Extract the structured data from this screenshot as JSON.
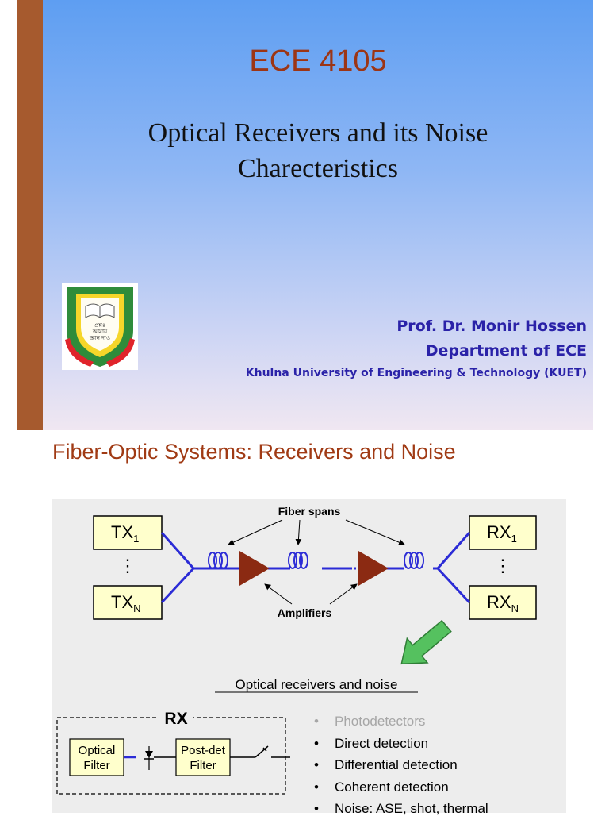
{
  "slide1": {
    "course": "ECE 4105",
    "title_line1": "Optical Receivers and its Noise",
    "title_line2": "Charecteristics",
    "logo": {
      "text_line1": "প্রশ্নঃ",
      "text_line2": "আমায়",
      "text_line3": "জ্ঞান দাও",
      "colors": {
        "shield_outer": "#2f8c3a",
        "shield_inner": "#f6d62a",
        "book": "#ffffff",
        "ribbon": "#e0242b"
      }
    },
    "presenter": {
      "name": "Prof. Dr. Monir Hossen",
      "department": "Department of ECE",
      "university": "Khulna University of Engineering & Technology (KUET)"
    },
    "colors": {
      "accent_bar": "#a65a2e",
      "course_text": "#9c3515",
      "presenter_text": "#2a22a8"
    }
  },
  "slide2": {
    "title": "Fiber-Optic Systems: Receivers and Noise",
    "diagram": {
      "tx_top": "TX",
      "tx_top_sub": "1",
      "tx_bottom": "TX",
      "tx_bottom_sub": "N",
      "rx_top": "RX",
      "rx_top_sub": "1",
      "rx_bottom": "RX",
      "rx_bottom_sub": "N",
      "vertical_dots": "⋮",
      "fiber_spans_label": "Fiber spans",
      "amplifiers_label": "Amplifiers",
      "subtitle": "Optical receivers and noise",
      "rx_label": "RX",
      "optical_filter_line1": "Optical",
      "optical_filter_line2": "Filter",
      "postdet_filter_line1": "Post-det",
      "postdet_filter_line2": "Filter",
      "bullets": [
        {
          "text": "Photodetectors",
          "muted": true
        },
        {
          "text": "Direct detection",
          "muted": false
        },
        {
          "text": "Differential detection",
          "muted": false
        },
        {
          "text": "Coherent detection",
          "muted": false
        },
        {
          "text": "Noise: ASE, shot, thermal",
          "muted": false
        }
      ],
      "colors": {
        "box_fill": "#ffffcc",
        "fiber": "#2b2bd6",
        "amplifier": "#8b2a12",
        "arrow": "#55c15f"
      }
    }
  }
}
